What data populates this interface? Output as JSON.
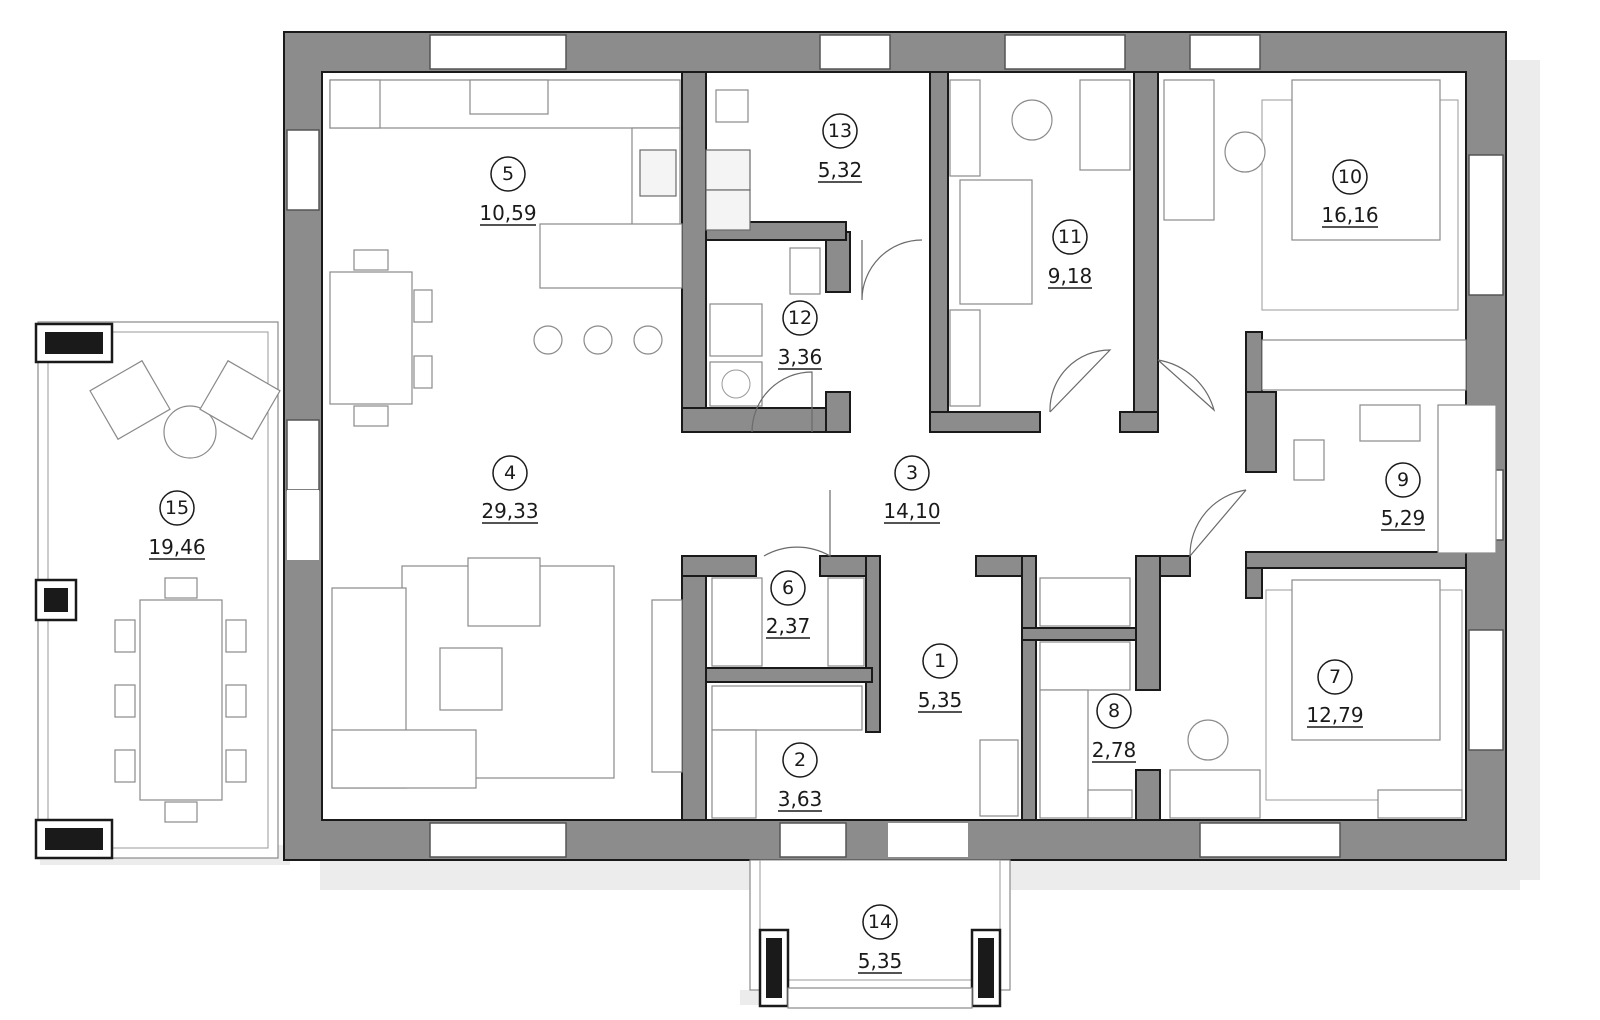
{
  "rooms": [
    {
      "id": "1",
      "area": "5,35"
    },
    {
      "id": "2",
      "area": "3,63"
    },
    {
      "id": "3",
      "area": "14,10"
    },
    {
      "id": "4",
      "area": "29,33"
    },
    {
      "id": "5",
      "area": "10,59"
    },
    {
      "id": "6",
      "area": "2,37"
    },
    {
      "id": "7",
      "area": "12,79"
    },
    {
      "id": "8",
      "area": "2,78"
    },
    {
      "id": "9",
      "area": "5,29"
    },
    {
      "id": "10",
      "area": "16,16"
    },
    {
      "id": "11",
      "area": "9,18"
    },
    {
      "id": "12",
      "area": "3,36"
    },
    {
      "id": "13",
      "area": "5,32"
    },
    {
      "id": "14",
      "area": "5,35"
    },
    {
      "id": "15",
      "area": "19,46"
    }
  ],
  "colors": {
    "wall": "#8c8c8c",
    "outline": "#1a1a1a",
    "furniture": "#8a8a8a",
    "shadow": "#ececec"
  }
}
